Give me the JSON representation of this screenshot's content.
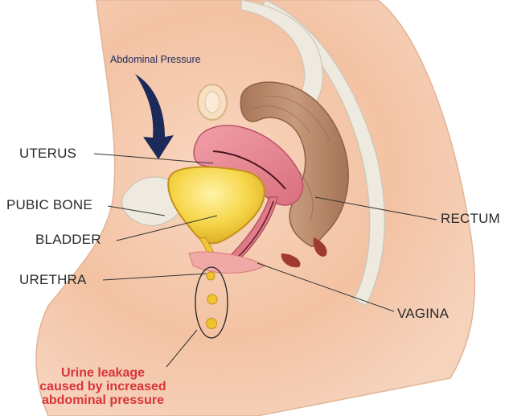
{
  "labels": {
    "abdominal_pressure": "Abdominal Pressure",
    "uterus": "UTERUS",
    "pubic_bone": "PUBIC BONE",
    "bladder": "BLADDER",
    "urethra": "URETHRA",
    "rectum": "RECTUM",
    "vagina": "VAGINA"
  },
  "caption": {
    "line1": "Urine leakage",
    "line2": "caused by increased",
    "line3": "abdominal pressure"
  },
  "colors": {
    "skin": "#f3c7a8",
    "skin_dark": "#e8a98a",
    "bone": "#ece8dc",
    "uterus": "#e58792",
    "bladder": "#f2cf2e",
    "rectum": "#b98a6c",
    "arrow": "#1c2a5a",
    "caption": "#d9343a"
  }
}
